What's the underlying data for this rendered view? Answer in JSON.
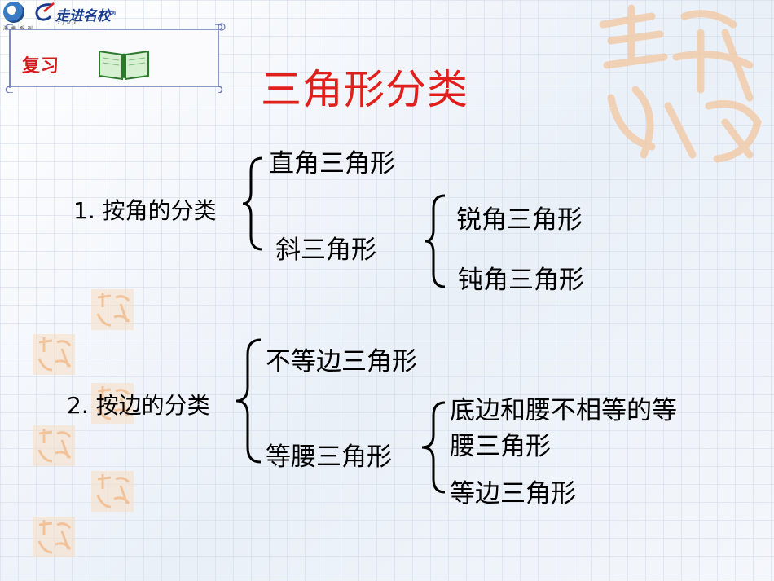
{
  "header": {
    "logo_subtitle": "海 梅 系 列",
    "brand_name": "走进名校",
    "brand_reg": "®",
    "brand_tagline": "Z J M X"
  },
  "section_label": "复习",
  "title": "三角形分类",
  "by_angle": {
    "label": "1. 按角的分类",
    "right": "直角三角形",
    "oblique": "斜三角形",
    "acute": "锐角三角形",
    "obtuse": "钝角三角形"
  },
  "by_side": {
    "label": "2. 按边的分类",
    "scalene": "不等边三角形",
    "isosceles": "等腰三角形",
    "isosceles_non_eq_line1": "底边和腰不相等的等",
    "isosceles_non_eq_line2": "腰三角形",
    "equilateral": "等边三角形"
  },
  "colors": {
    "title": "#e0201d",
    "section_label": "#d01c1c",
    "brand": "#1a3d8f",
    "decoration": "#f2c7a0"
  }
}
